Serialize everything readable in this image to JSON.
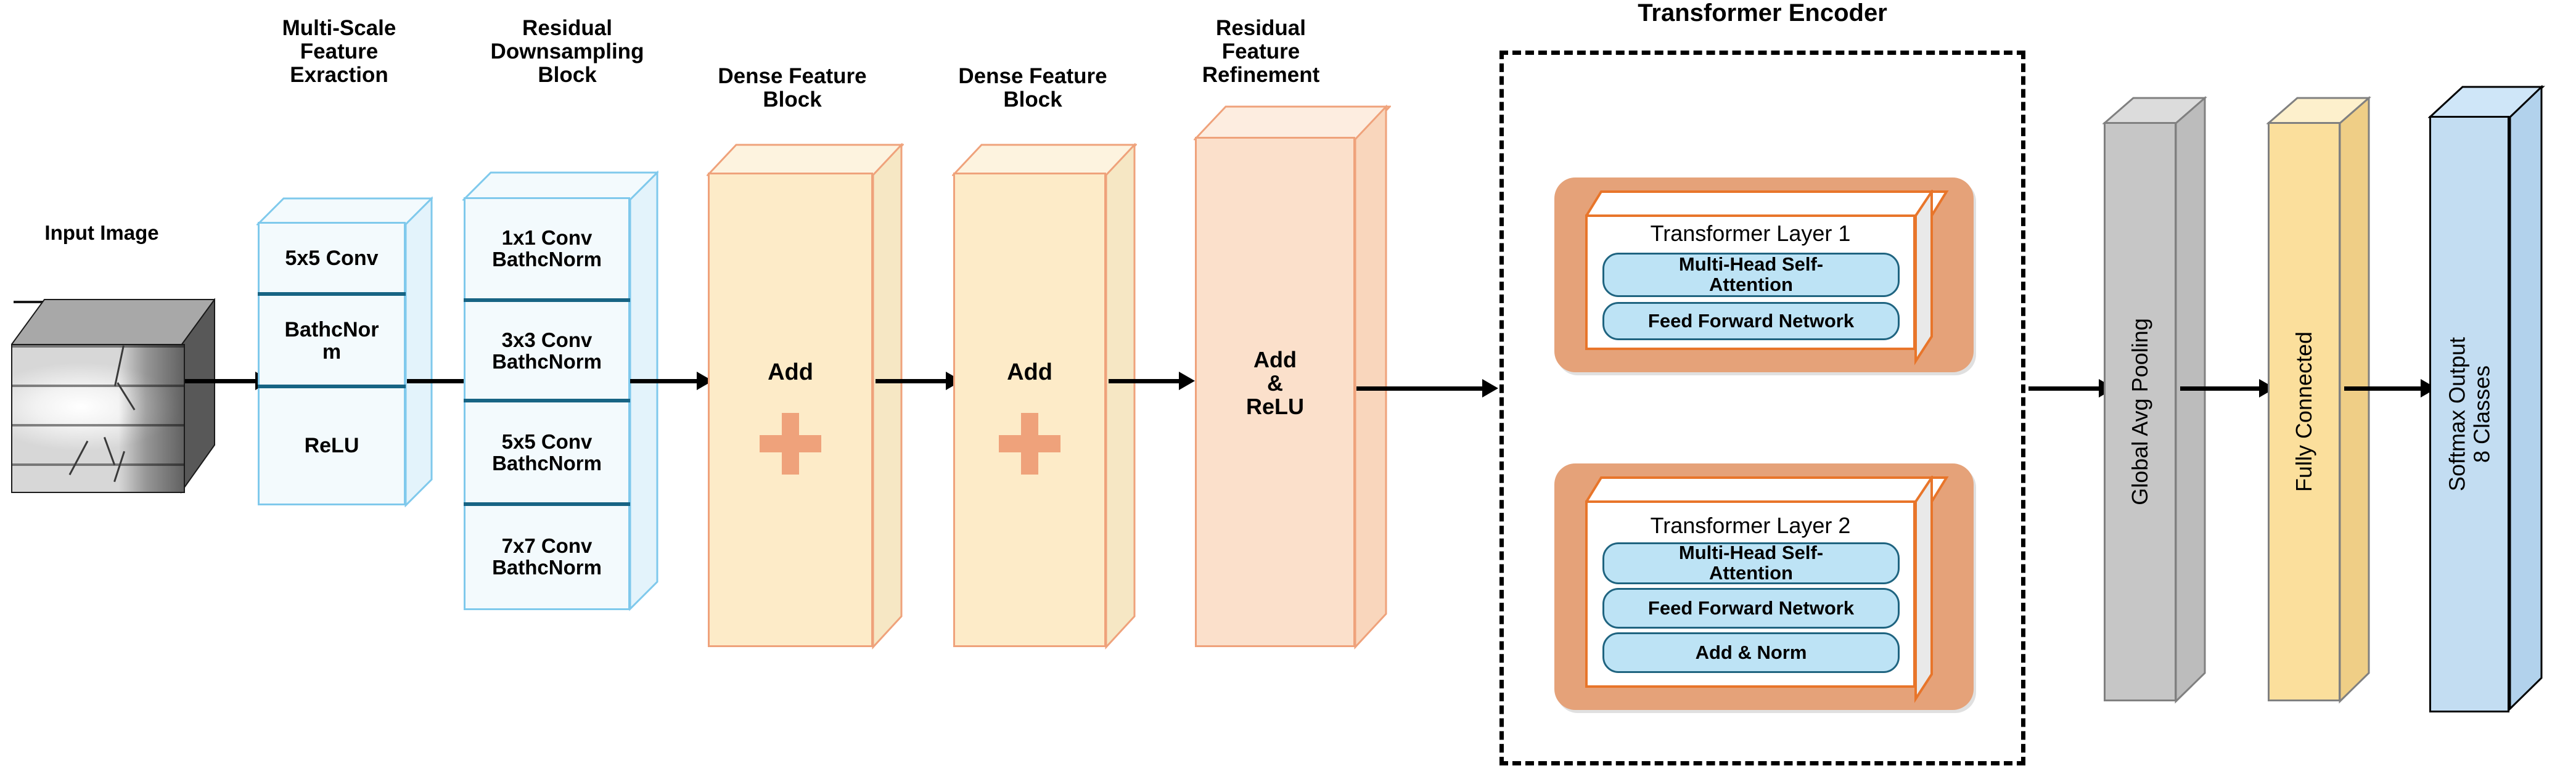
{
  "diagram": {
    "title_transformer_encoder": "Transformer Encoder",
    "labels": {
      "input_image": "Input Image",
      "multi_scale": "Multi-Scale\nFeature\nExraction",
      "residual_downsampling": "Residual\nDownsampling\nBlock",
      "dense_feature_1": "Dense Feature\nBlock",
      "dense_feature_2": "Dense Feature\nBlock",
      "residual_refinement": "Residual\nFeature\nRefinement"
    }
  },
  "stem_block": {
    "name": "multi-scale-feature-extraction-block",
    "rows": [
      "5x5 Conv",
      "BathcNor\nm",
      "ReLU"
    ]
  },
  "downsampling_block": {
    "name": "residual-downsampling-block",
    "rows": [
      "1x1 Conv\nBathcNorm",
      "3x3 Conv\nBathcNorm",
      "5x5 Conv\nBathcNorm",
      "7x7 Conv\nBathcNorm"
    ]
  },
  "dense_blocks": [
    {
      "label": "Add"
    },
    {
      "label": "Add"
    }
  ],
  "refinement_block": {
    "label": "Add\n&\nReLU"
  },
  "transformer": {
    "layers": [
      {
        "title": "Transformer Layer 1",
        "sublayers": [
          "Multi-Head Self-\nAttention",
          "Feed Forward Network"
        ]
      },
      {
        "title": "Transformer Layer 2",
        "sublayers": [
          "Multi-Head Self-\nAttention",
          "Feed Forward Network",
          "Add & Norm"
        ]
      }
    ]
  },
  "head_blocks": [
    {
      "name": "global-avg-pooling",
      "label": "Global Avg Pooling"
    },
    {
      "name": "fully-connected",
      "label": "Fully Connected"
    },
    {
      "name": "softmax-output",
      "label": "Softmax Output\n8 Classes"
    }
  ],
  "colors": {
    "conv_border": "#7FC9EC",
    "conv_fill": "#F3FAFD",
    "divider": "#176484",
    "dense_border": "#EFA27B",
    "dense_fill": "#FDEBC8",
    "refine_fill": "#FBE0CB",
    "transformer_outer": "#E5A279",
    "transformer_inner_border": "#E8752A",
    "pill_fill": "#BDE3F5",
    "pill_border": "#1F6480",
    "pool_fill": "#C6C6C6",
    "fc_fill": "#FBDF9C",
    "softmax_fill": "#C3DDF2"
  }
}
